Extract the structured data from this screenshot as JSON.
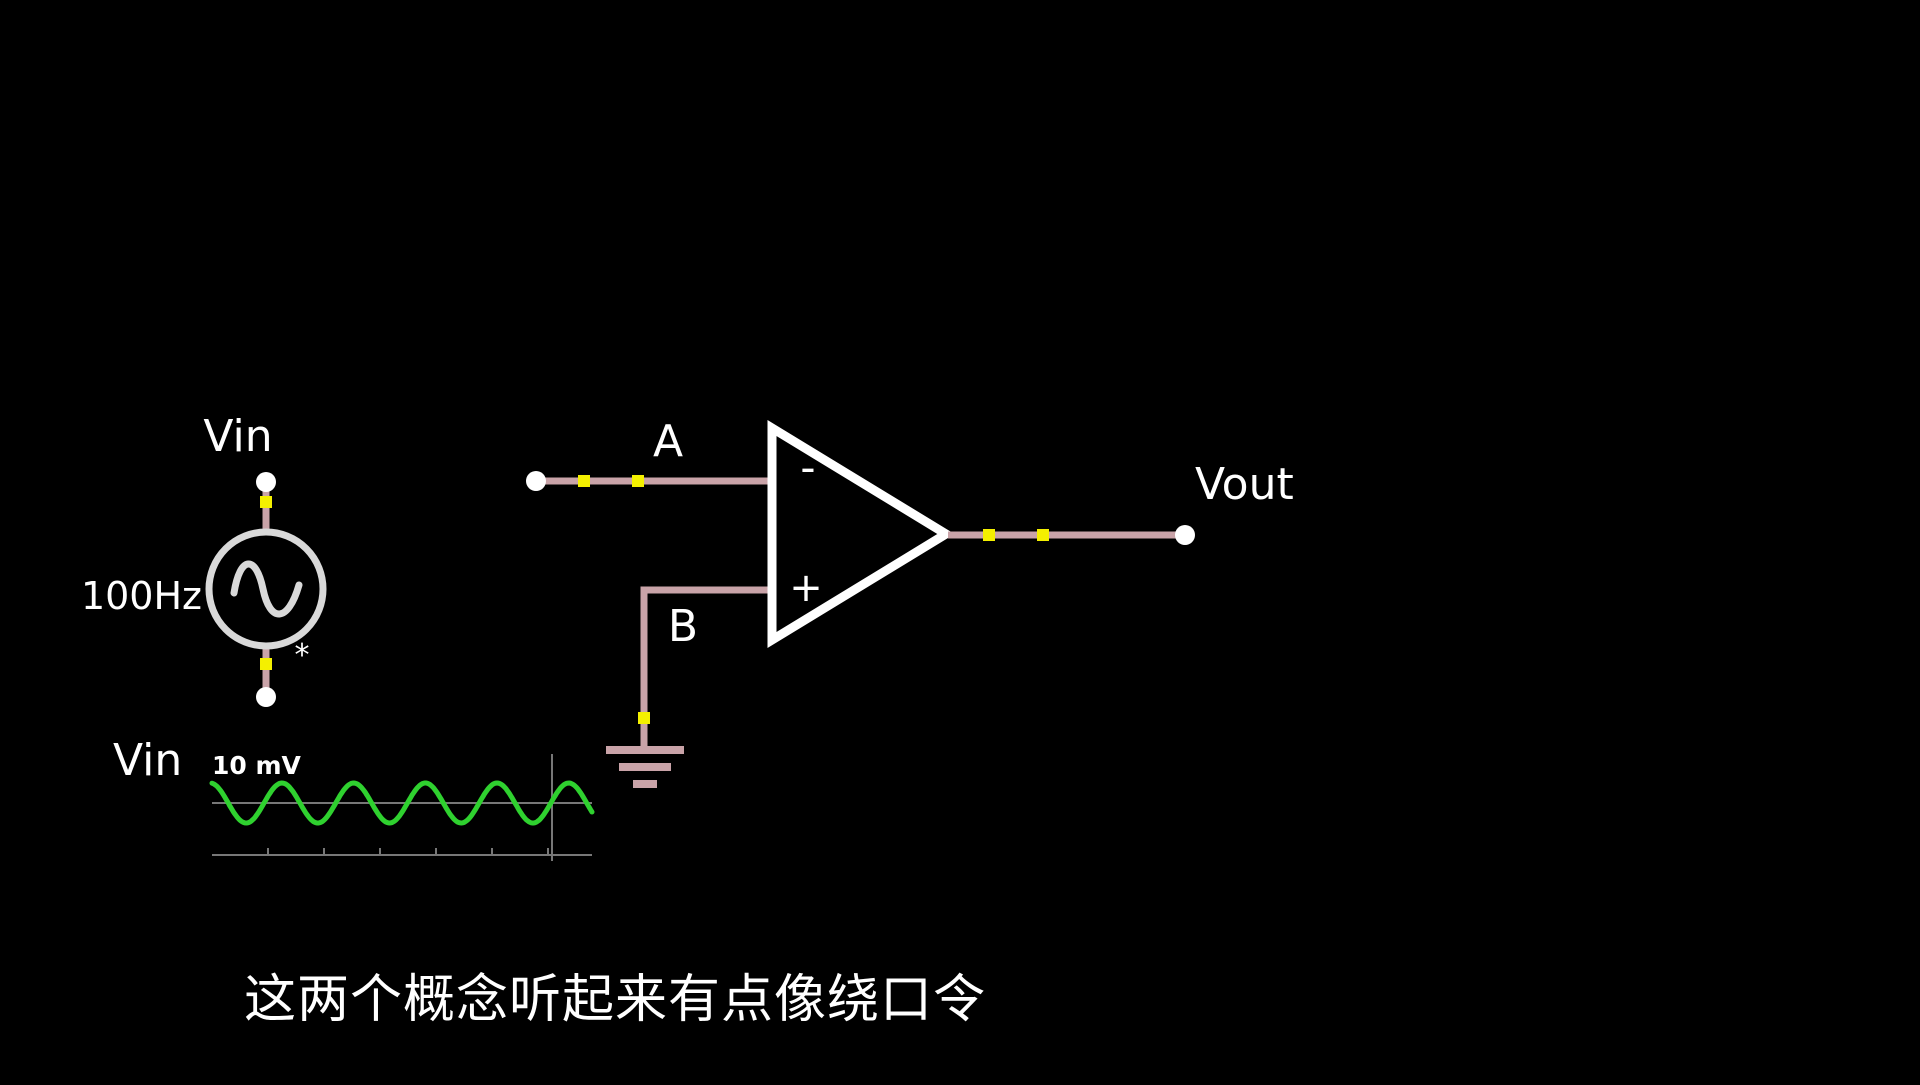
{
  "labels": {
    "vin_top": "Vin",
    "freq": "100Hz",
    "star": "*",
    "node_a": "A",
    "node_b": "B",
    "minus": "-",
    "plus": "+",
    "vout": "Vout",
    "scope_label": "Vin",
    "scope_scale": "10 mV"
  },
  "subtitle": "这两个概念听起来有点像绕口令",
  "colors": {
    "background": "#000000",
    "wire": "#c9a3a8",
    "node": "#ffffff",
    "junction": "#f4f000",
    "opamp": "#ffffff",
    "source": "#d9d9d9",
    "waveform": "#2fd12f",
    "grid": "#777777",
    "text": "#ffffff"
  },
  "scope": {
    "amplitude_mv": 10,
    "cycles_visible": 5.3,
    "waveform": "sine"
  }
}
